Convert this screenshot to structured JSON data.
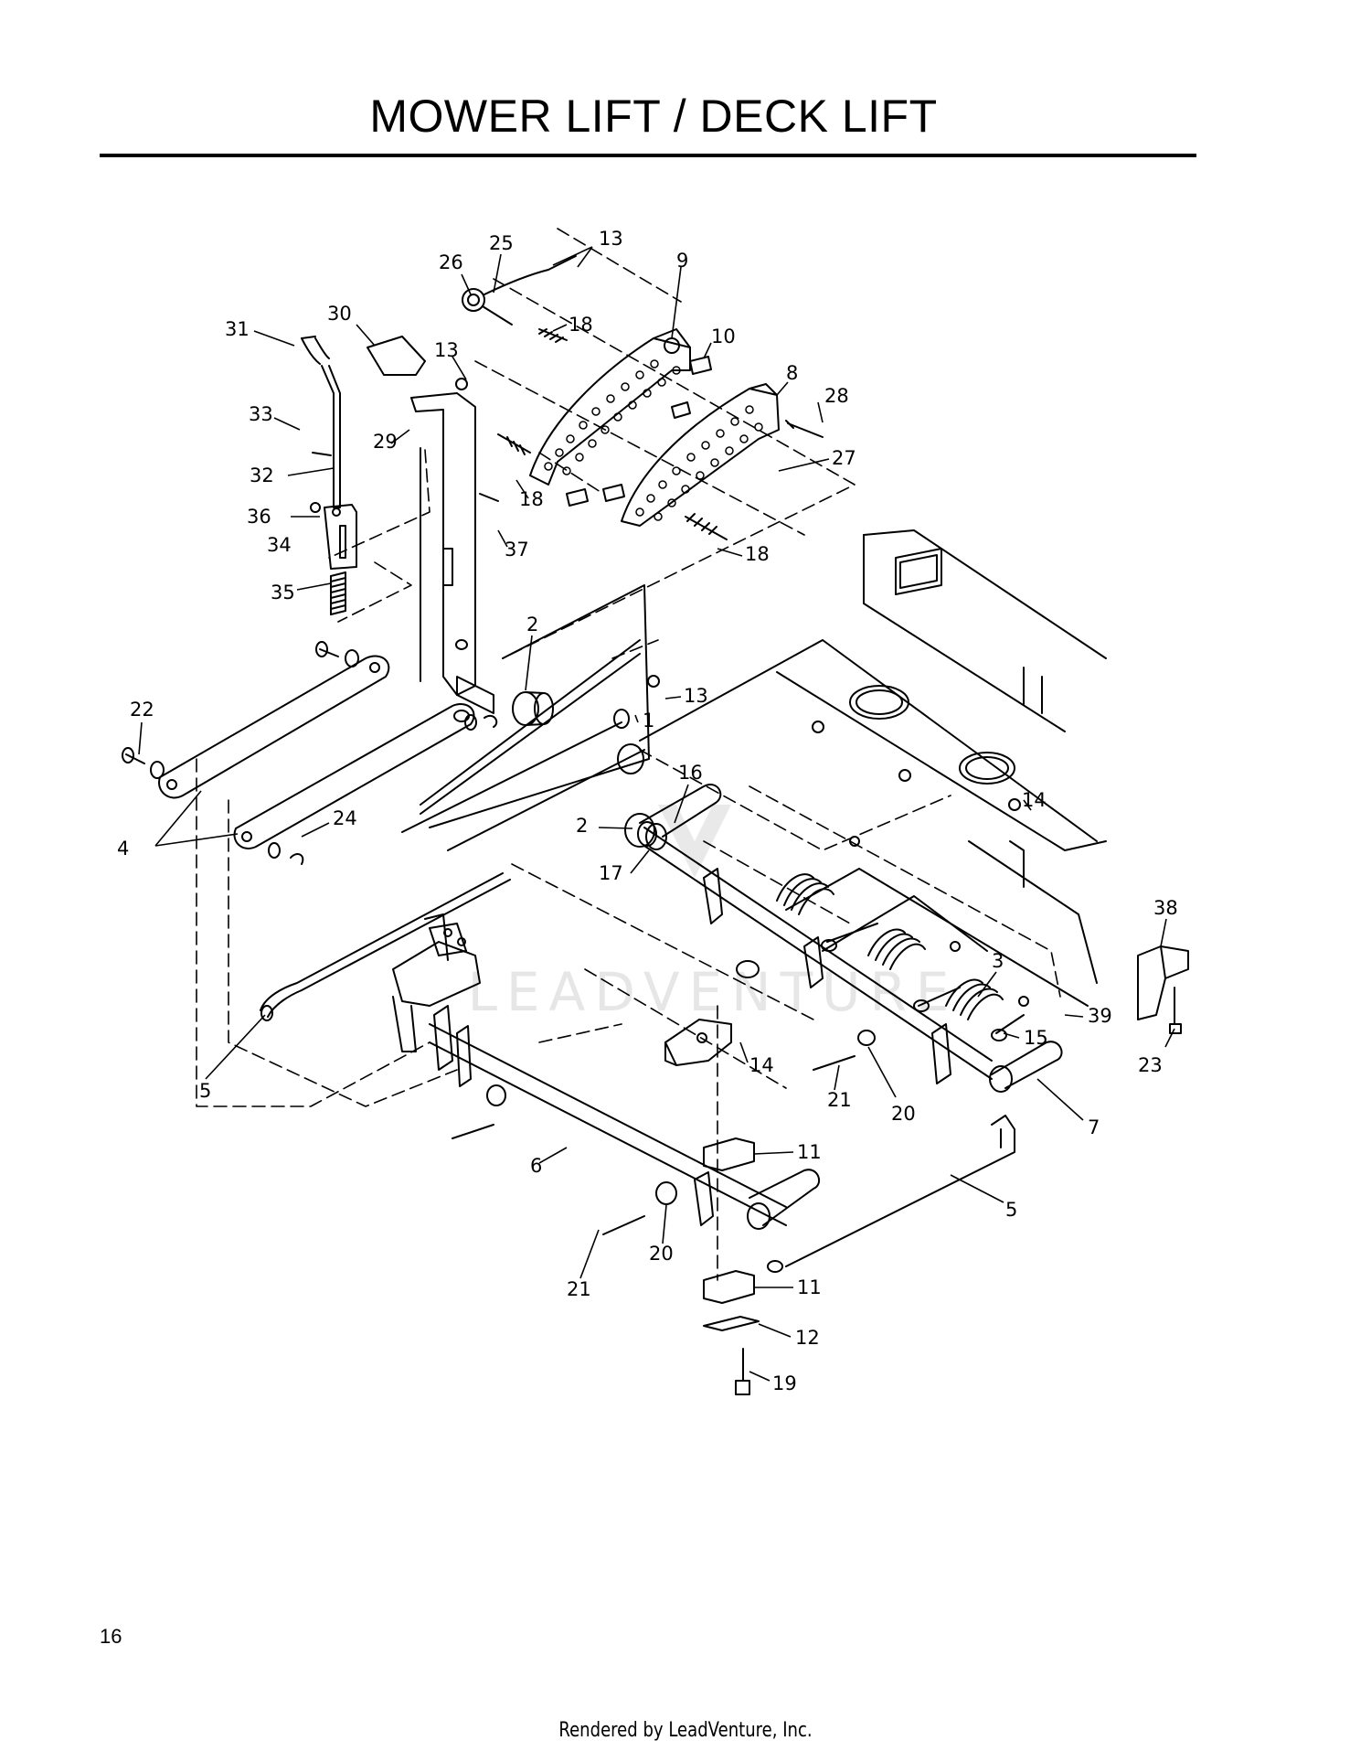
{
  "page": {
    "title": "MOWER LIFT / DECK LIFT",
    "page_number": "16",
    "footer": "Rendered by LeadVenture, Inc.",
    "watermark": "LEADVENTURE"
  },
  "colors": {
    "ink": "#000000",
    "background": "#ffffff",
    "watermark": "#e6e6e6"
  },
  "callouts": [
    {
      "id": "c31",
      "text": "31"
    },
    {
      "id": "c30",
      "text": "30"
    },
    {
      "id": "c26",
      "text": "26"
    },
    {
      "id": "c25",
      "text": "25"
    },
    {
      "id": "c13a",
      "text": "13"
    },
    {
      "id": "c9",
      "text": "9"
    },
    {
      "id": "c18a",
      "text": "18"
    },
    {
      "id": "c10",
      "text": "10"
    },
    {
      "id": "c13b",
      "text": "13"
    },
    {
      "id": "c8",
      "text": "8"
    },
    {
      "id": "c28",
      "text": "28"
    },
    {
      "id": "c33",
      "text": "33"
    },
    {
      "id": "c29",
      "text": "29"
    },
    {
      "id": "c27",
      "text": "27"
    },
    {
      "id": "c32",
      "text": "32"
    },
    {
      "id": "c18b",
      "text": "18"
    },
    {
      "id": "c36",
      "text": "36"
    },
    {
      "id": "c37",
      "text": "37"
    },
    {
      "id": "c34",
      "text": "34"
    },
    {
      "id": "c18c",
      "text": "18"
    },
    {
      "id": "c35",
      "text": "35"
    },
    {
      "id": "c2a",
      "text": "2"
    },
    {
      "id": "c13c",
      "text": "13"
    },
    {
      "id": "c22",
      "text": "22"
    },
    {
      "id": "c1",
      "text": "1"
    },
    {
      "id": "c16",
      "text": "16"
    },
    {
      "id": "c14a",
      "text": "14"
    },
    {
      "id": "c24",
      "text": "24"
    },
    {
      "id": "c2b",
      "text": "2"
    },
    {
      "id": "c4",
      "text": "4"
    },
    {
      "id": "c17",
      "text": "17"
    },
    {
      "id": "c38",
      "text": "38"
    },
    {
      "id": "c3",
      "text": "3"
    },
    {
      "id": "c39",
      "text": "39"
    },
    {
      "id": "c15",
      "text": "15"
    },
    {
      "id": "c14b",
      "text": "14"
    },
    {
      "id": "c23",
      "text": "23"
    },
    {
      "id": "c5a",
      "text": "5"
    },
    {
      "id": "c21a",
      "text": "21"
    },
    {
      "id": "c20a",
      "text": "20"
    },
    {
      "id": "c7",
      "text": "7"
    },
    {
      "id": "c11a",
      "text": "11"
    },
    {
      "id": "c6",
      "text": "6"
    },
    {
      "id": "c5b",
      "text": "5"
    },
    {
      "id": "c20b",
      "text": "20"
    },
    {
      "id": "c21b",
      "text": "21"
    },
    {
      "id": "c11b",
      "text": "11"
    },
    {
      "id": "c12",
      "text": "12"
    },
    {
      "id": "c19",
      "text": "19"
    }
  ]
}
